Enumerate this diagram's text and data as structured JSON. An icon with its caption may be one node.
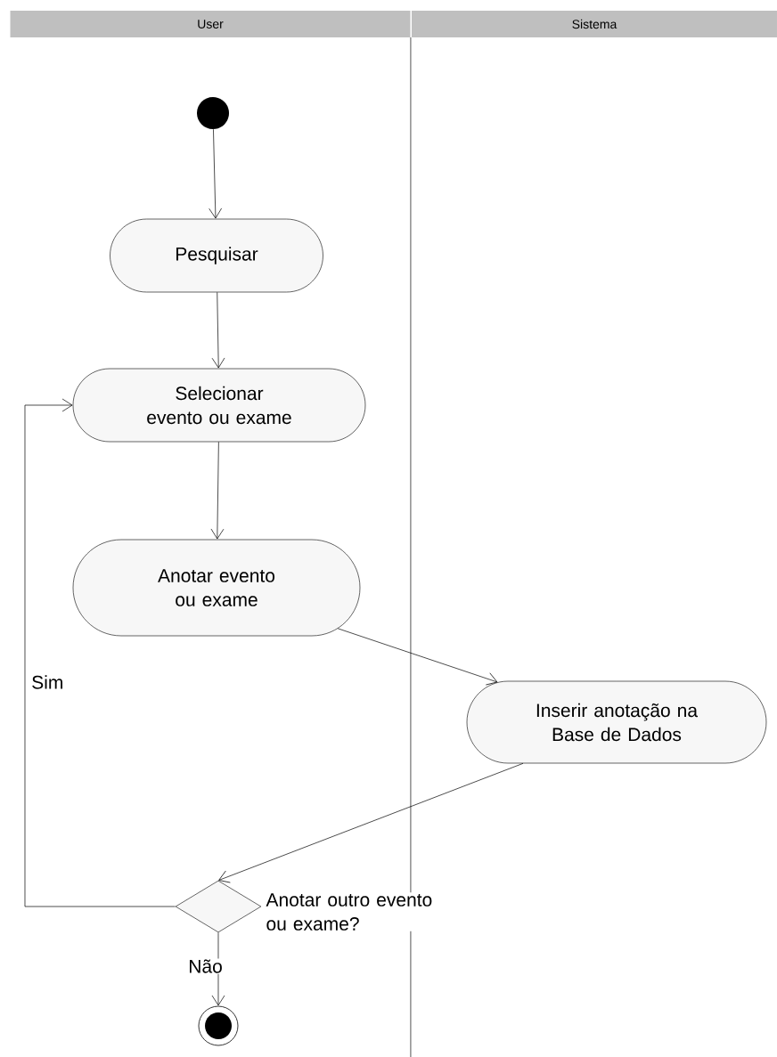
{
  "diagram": {
    "nodes": [
      {
        "text": [],
        "shape": "circle"
      },
      {
        "text": [
          "Pesquisar"
        ]
      },
      {
        "text": [
          "Selecionar evento ou exame"
        ]
      },
      {
        "text": [
          "Anotar evento ou exame"
        ]
      },
      {
        "text": [
          "Inserir anotação na Base de Dados"
        ]
      },
      {
        "text": [],
        "shape": "diamond",
        "beside": [
          "Anotar outro evento ou exame?"
        ]
      },
      {
        "text": [],
        "shape": "circle"
      }
    ],
    "edges": [
      {
        "from": 0,
        "to": 1,
        "arrow": "to"
      },
      {
        "from": 1,
        "to": 2,
        "arrow": "to"
      },
      {
        "from": 2,
        "to": 3,
        "arrow": "to"
      },
      {
        "from": 3,
        "to": 4,
        "arrow": "to"
      },
      {
        "from": 4,
        "to": 5,
        "arrow": "to"
      },
      {
        "from": 5,
        "to": 2,
        "arrow": "to",
        "label": "Sim"
      },
      {
        "from": 5,
        "to": 6,
        "arrow": "to",
        "label": "Não"
      }
    ],
    "labels": [
      "User",
      "Sistema"
    ]
  }
}
